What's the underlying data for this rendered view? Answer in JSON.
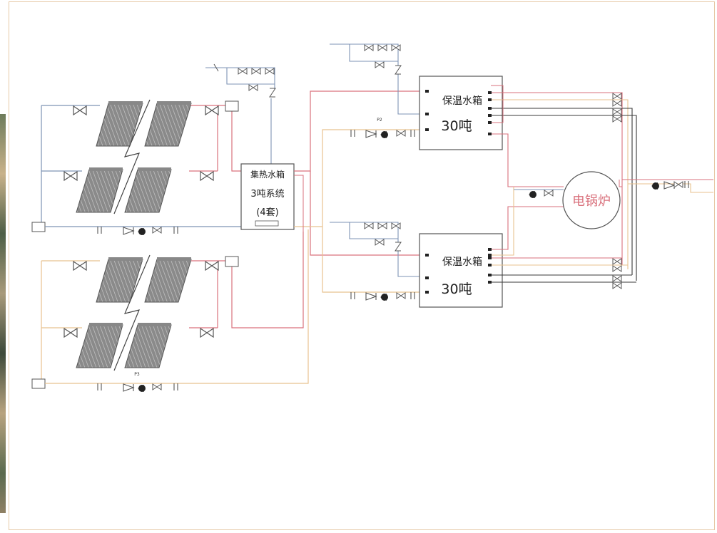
{
  "diagram": {
    "collector_tank": {
      "title": "集热水箱",
      "capacity": "3吨系统",
      "count": "(4套)"
    },
    "storage_tanks": [
      {
        "title": "保温水箱",
        "capacity": "30吨"
      },
      {
        "title": "保温水箱",
        "capacity": "30吨"
      }
    ],
    "boiler": {
      "label": "电锅炉"
    },
    "pumps": {
      "p2": "P2",
      "p3": "P3"
    },
    "colors": {
      "hot": "#d9717c",
      "cold": "#7d93b5",
      "warm": "#e8c28f",
      "dark": "#3a3a3a",
      "frame": "#e6c9a6"
    },
    "icons": [
      "gate-valve-icon",
      "check-valve-icon",
      "pump-icon",
      "solar-collector-icon",
      "break-symbol-icon"
    ]
  }
}
